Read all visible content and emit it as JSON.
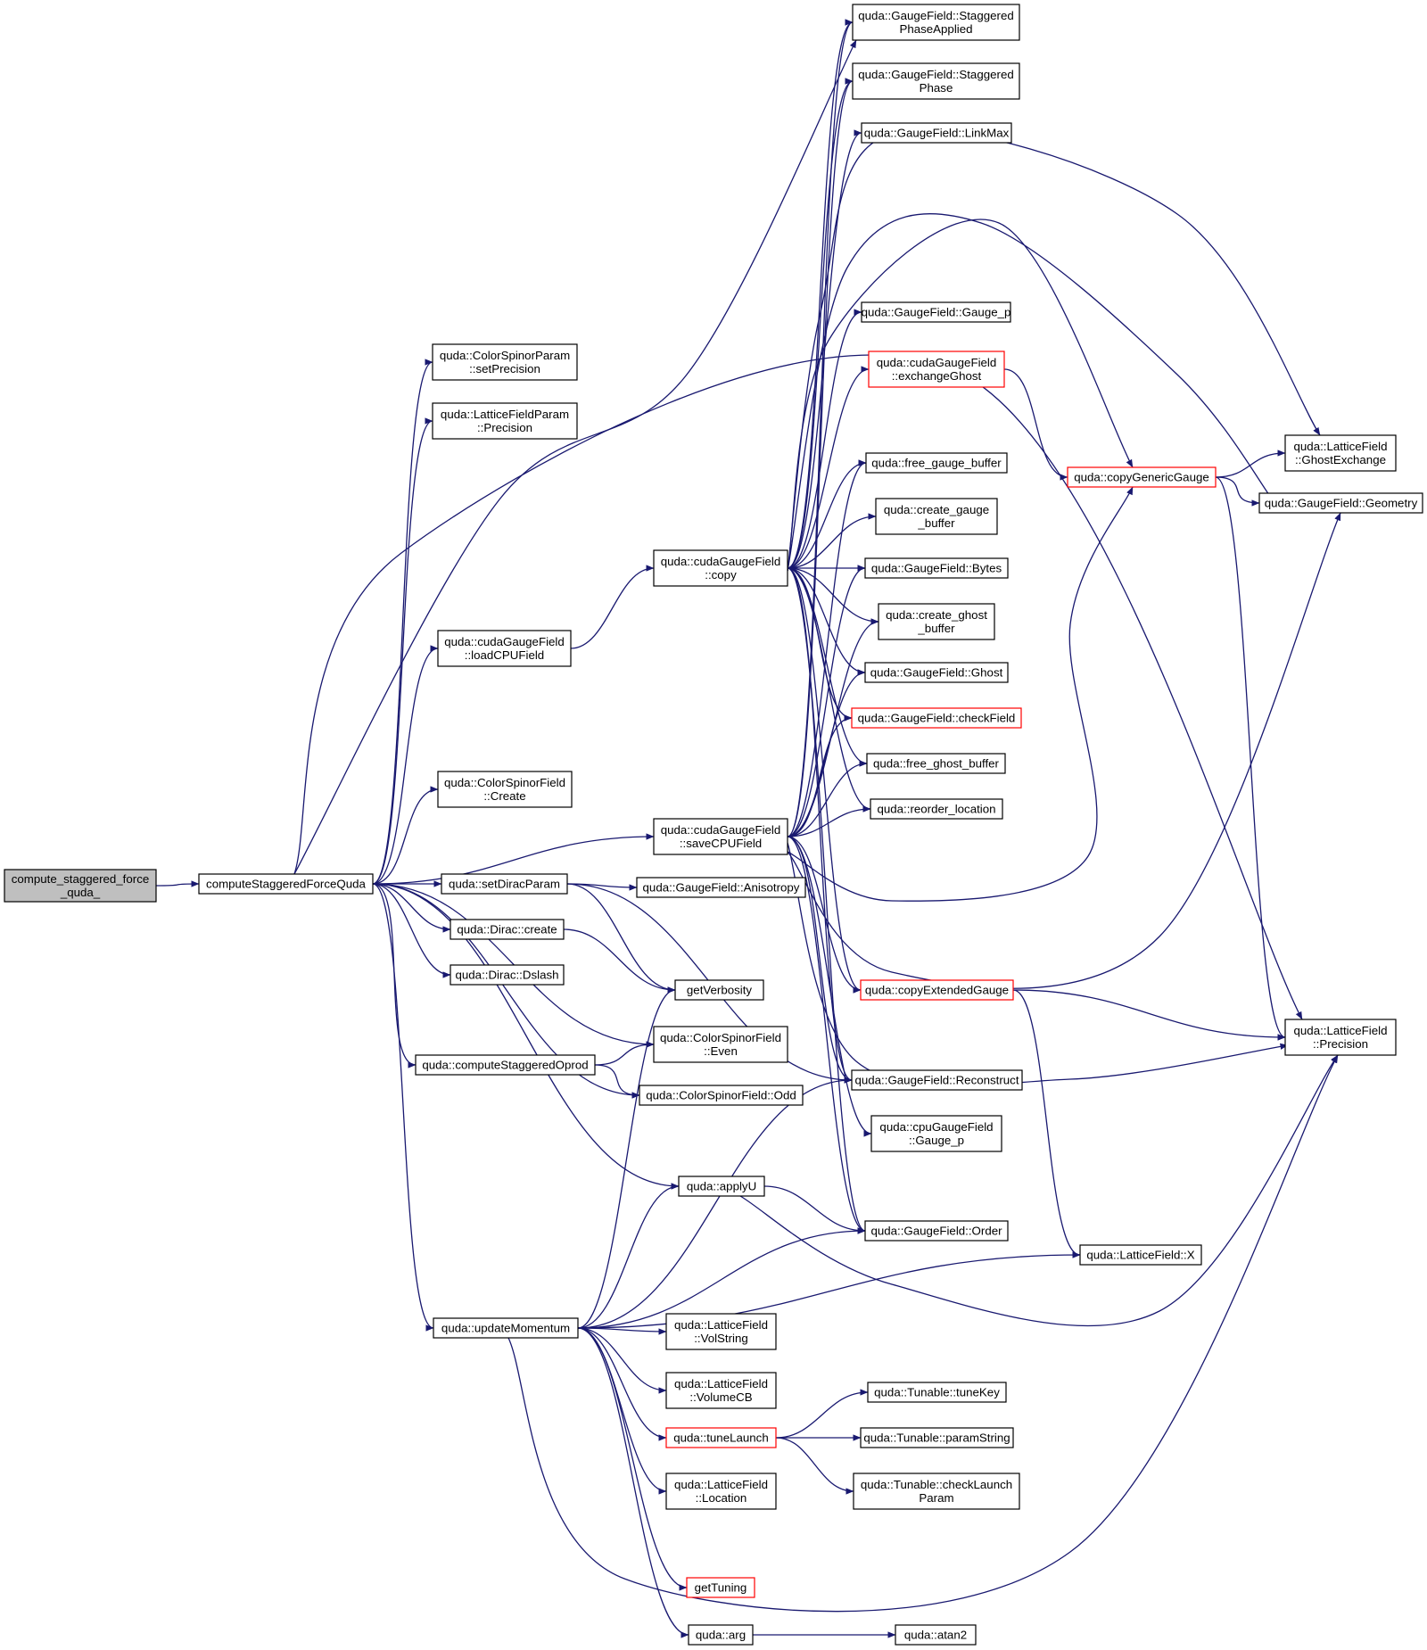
{
  "colors": {
    "edge": "#191970",
    "box_border": "#000000",
    "box_border_truncated": "#ff0000",
    "root_fill": "#bfbfbf",
    "box_fill": "#ffffff"
  },
  "nodes": [
    {
      "id": "root",
      "lines": [
        "compute_staggered_force",
        "_quda_"
      ],
      "style": "root"
    },
    {
      "id": "csfq",
      "lines": [
        "computeStaggeredForceQuda"
      ],
      "style": "normal"
    },
    {
      "id": "cspSetPrec",
      "lines": [
        "quda::ColorSpinorParam",
        "::setPrecision"
      ],
      "style": "normal"
    },
    {
      "id": "lfpPrec",
      "lines": [
        "quda::LatticeFieldParam",
        "::Precision"
      ],
      "style": "normal"
    },
    {
      "id": "loadCPU",
      "lines": [
        "quda::cudaGaugeField",
        "::loadCPUField"
      ],
      "style": "normal"
    },
    {
      "id": "csfCreate",
      "lines": [
        "quda::ColorSpinorField",
        "::Create"
      ],
      "style": "normal"
    },
    {
      "id": "setDirac",
      "lines": [
        "quda::setDiracParam"
      ],
      "style": "normal"
    },
    {
      "id": "diracCreate",
      "lines": [
        "quda::Dirac::create"
      ],
      "style": "normal"
    },
    {
      "id": "diracDslash",
      "lines": [
        "quda::Dirac::Dslash"
      ],
      "style": "normal"
    },
    {
      "id": "compOprod",
      "lines": [
        "quda::computeStaggeredOprod"
      ],
      "style": "normal"
    },
    {
      "id": "updMom",
      "lines": [
        "quda::updateMomentum"
      ],
      "style": "normal"
    },
    {
      "id": "cgfCopy",
      "lines": [
        "quda::cudaGaugeField",
        "::copy"
      ],
      "style": "normal"
    },
    {
      "id": "saveCPU",
      "lines": [
        "quda::cudaGaugeField",
        "::saveCPUField"
      ],
      "style": "normal"
    },
    {
      "id": "anis",
      "lines": [
        "quda::GaugeField::Anisotropy"
      ],
      "style": "normal"
    },
    {
      "id": "getVerb",
      "lines": [
        "getVerbosity"
      ],
      "style": "normal"
    },
    {
      "id": "csfEven",
      "lines": [
        "quda::ColorSpinorField",
        "::Even"
      ],
      "style": "normal"
    },
    {
      "id": "csfOdd",
      "lines": [
        "quda::ColorSpinorField::Odd"
      ],
      "style": "normal"
    },
    {
      "id": "applyU",
      "lines": [
        "quda::applyU"
      ],
      "style": "normal"
    },
    {
      "id": "volString",
      "lines": [
        "quda::LatticeField",
        "::VolString"
      ],
      "style": "normal"
    },
    {
      "id": "volumeCB",
      "lines": [
        "quda::LatticeField",
        "::VolumeCB"
      ],
      "style": "normal"
    },
    {
      "id": "tuneLaunch",
      "lines": [
        "quda::tuneLaunch"
      ],
      "style": "truncated"
    },
    {
      "id": "location",
      "lines": [
        "quda::LatticeField",
        "::Location"
      ],
      "style": "normal"
    },
    {
      "id": "getTuning",
      "lines": [
        "getTuning"
      ],
      "style": "truncated"
    },
    {
      "id": "arg",
      "lines": [
        "quda::arg"
      ],
      "style": "normal"
    },
    {
      "id": "spApplied",
      "lines": [
        "quda::GaugeField::Staggered",
        "PhaseApplied"
      ],
      "style": "normal"
    },
    {
      "id": "sPhase",
      "lines": [
        "quda::GaugeField::Staggered",
        "Phase"
      ],
      "style": "normal"
    },
    {
      "id": "linkMax",
      "lines": [
        "quda::GaugeField::LinkMax"
      ],
      "style": "normal"
    },
    {
      "id": "gaugeP",
      "lines": [
        "quda::GaugeField::Gauge_p"
      ],
      "style": "normal"
    },
    {
      "id": "exGhost",
      "lines": [
        "quda::cudaGaugeField",
        "::exchangeGhost"
      ],
      "style": "truncated"
    },
    {
      "id": "freeGauge",
      "lines": [
        "quda::free_gauge_buffer"
      ],
      "style": "normal"
    },
    {
      "id": "createGauge",
      "lines": [
        "quda::create_gauge",
        "_buffer"
      ],
      "style": "normal"
    },
    {
      "id": "bytes",
      "lines": [
        "quda::GaugeField::Bytes"
      ],
      "style": "normal"
    },
    {
      "id": "createGhost",
      "lines": [
        "quda::create_ghost",
        "_buffer"
      ],
      "style": "normal"
    },
    {
      "id": "ghost",
      "lines": [
        "quda::GaugeField::Ghost"
      ],
      "style": "normal"
    },
    {
      "id": "checkField",
      "lines": [
        "quda::GaugeField::checkField"
      ],
      "style": "truncated"
    },
    {
      "id": "freeGhost",
      "lines": [
        "quda::free_ghost_buffer"
      ],
      "style": "normal"
    },
    {
      "id": "reorder",
      "lines": [
        "quda::reorder_location"
      ],
      "style": "normal"
    },
    {
      "id": "copyExt",
      "lines": [
        "quda::copyExtendedGauge"
      ],
      "style": "truncated"
    },
    {
      "id": "reconstruct",
      "lines": [
        "quda::GaugeField::Reconstruct"
      ],
      "style": "normal"
    },
    {
      "id": "cpuGaugeP",
      "lines": [
        "quda::cpuGaugeField",
        "::Gauge_p"
      ],
      "style": "normal"
    },
    {
      "id": "order",
      "lines": [
        "quda::GaugeField::Order"
      ],
      "style": "normal"
    },
    {
      "id": "lfX",
      "lines": [
        "quda::LatticeField::X"
      ],
      "style": "normal"
    },
    {
      "id": "tuneKey",
      "lines": [
        "quda::Tunable::tuneKey"
      ],
      "style": "normal"
    },
    {
      "id": "paramString",
      "lines": [
        "quda::Tunable::paramString"
      ],
      "style": "normal"
    },
    {
      "id": "checkLaunch",
      "lines": [
        "quda::Tunable::checkLaunch",
        "Param"
      ],
      "style": "normal"
    },
    {
      "id": "atan2",
      "lines": [
        "quda::atan2"
      ],
      "style": "normal"
    },
    {
      "id": "copyGeneric",
      "lines": [
        "quda::copyGenericGauge"
      ],
      "style": "truncated"
    },
    {
      "id": "ghostExch",
      "lines": [
        "quda::LatticeField",
        "::GhostExchange"
      ],
      "style": "normal"
    },
    {
      "id": "geometry",
      "lines": [
        "quda::GaugeField::Geometry"
      ],
      "style": "normal"
    },
    {
      "id": "lfPrec",
      "lines": [
        "quda::LatticeField",
        "::Precision"
      ],
      "style": "normal"
    }
  ],
  "edges": [
    [
      "root",
      "csfq"
    ],
    [
      "csfq",
      "cspSetPrec"
    ],
    [
      "csfq",
      "lfpPrec"
    ],
    [
      "csfq",
      "loadCPU"
    ],
    [
      "csfq",
      "csfCreate"
    ],
    [
      "csfq",
      "setDirac"
    ],
    [
      "csfq",
      "diracCreate"
    ],
    [
      "csfq",
      "diracDslash"
    ],
    [
      "csfq",
      "compOprod"
    ],
    [
      "csfq",
      "updMom"
    ],
    [
      "csfq",
      "saveCPU"
    ],
    [
      "csfq",
      "spApplied"
    ],
    [
      "csfq",
      "lfPrec"
    ],
    [
      "csfq",
      "csfEven"
    ],
    [
      "csfq",
      "csfOdd"
    ],
    [
      "csfq",
      "applyU"
    ],
    [
      "loadCPU",
      "cgfCopy"
    ],
    [
      "setDirac",
      "anis"
    ],
    [
      "setDirac",
      "getVerb"
    ],
    [
      "setDirac",
      "reconstruct"
    ],
    [
      "diracCreate",
      "getVerb"
    ],
    [
      "compOprod",
      "csfEven"
    ],
    [
      "compOprod",
      "csfOdd"
    ],
    [
      "cgfCopy",
      "spApplied"
    ],
    [
      "cgfCopy",
      "sPhase"
    ],
    [
      "cgfCopy",
      "linkMax"
    ],
    [
      "cgfCopy",
      "gaugeP"
    ],
    [
      "cgfCopy",
      "exGhost"
    ],
    [
      "cgfCopy",
      "freeGauge"
    ],
    [
      "cgfCopy",
      "createGauge"
    ],
    [
      "cgfCopy",
      "bytes"
    ],
    [
      "cgfCopy",
      "createGhost"
    ],
    [
      "cgfCopy",
      "ghost"
    ],
    [
      "cgfCopy",
      "checkField"
    ],
    [
      "cgfCopy",
      "freeGhost"
    ],
    [
      "cgfCopy",
      "reorder"
    ],
    [
      "cgfCopy",
      "copyExt"
    ],
    [
      "cgfCopy",
      "reconstruct"
    ],
    [
      "cgfCopy",
      "order"
    ],
    [
      "cgfCopy",
      "copyGeneric"
    ],
    [
      "cgfCopy",
      "ghostExch"
    ],
    [
      "cgfCopy",
      "geometry"
    ],
    [
      "saveCPU",
      "spApplied"
    ],
    [
      "saveCPU",
      "sPhase"
    ],
    [
      "saveCPU",
      "freeGauge"
    ],
    [
      "saveCPU",
      "bytes"
    ],
    [
      "saveCPU",
      "createGhost"
    ],
    [
      "saveCPU",
      "ghost"
    ],
    [
      "saveCPU",
      "checkField"
    ],
    [
      "saveCPU",
      "freeGhost"
    ],
    [
      "saveCPU",
      "reorder"
    ],
    [
      "saveCPU",
      "copyExt"
    ],
    [
      "saveCPU",
      "reconstruct"
    ],
    [
      "saveCPU",
      "cpuGaugeP"
    ],
    [
      "saveCPU",
      "order"
    ],
    [
      "saveCPU",
      "copyGeneric"
    ],
    [
      "saveCPU",
      "geometry"
    ],
    [
      "saveCPU",
      "lfPrec"
    ],
    [
      "exGhost",
      "copyGeneric"
    ],
    [
      "copyGeneric",
      "ghostExch"
    ],
    [
      "copyGeneric",
      "geometry"
    ],
    [
      "copyGeneric",
      "lfPrec"
    ],
    [
      "copyExt",
      "lfPrec"
    ],
    [
      "copyExt",
      "lfX"
    ],
    [
      "updMom",
      "getVerb"
    ],
    [
      "updMom",
      "applyU"
    ],
    [
      "updMom",
      "reconstruct"
    ],
    [
      "updMom",
      "order"
    ],
    [
      "updMom",
      "lfX"
    ],
    [
      "updMom",
      "volString"
    ],
    [
      "updMom",
      "volumeCB"
    ],
    [
      "updMom",
      "tuneLaunch"
    ],
    [
      "updMom",
      "location"
    ],
    [
      "updMom",
      "getTuning"
    ],
    [
      "updMom",
      "arg"
    ],
    [
      "updMom",
      "lfPrec"
    ],
    [
      "applyU",
      "order"
    ],
    [
      "applyU",
      "lfPrec"
    ],
    [
      "tuneLaunch",
      "tuneKey"
    ],
    [
      "tuneLaunch",
      "paramString"
    ],
    [
      "tuneLaunch",
      "checkLaunch"
    ],
    [
      "arg",
      "atan2"
    ]
  ]
}
